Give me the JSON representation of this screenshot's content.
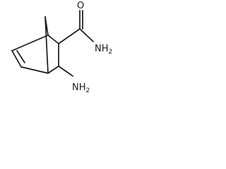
{
  "molecule": {
    "labels": {
      "carbonyl_oxygen": "O",
      "amide_group": {
        "element": "NH",
        "subscript": "2"
      },
      "amine_group": {
        "element": "NH",
        "subscript": "2"
      }
    },
    "colors": {
      "bond": "#1a1a1a",
      "background": "#ffffff"
    }
  }
}
